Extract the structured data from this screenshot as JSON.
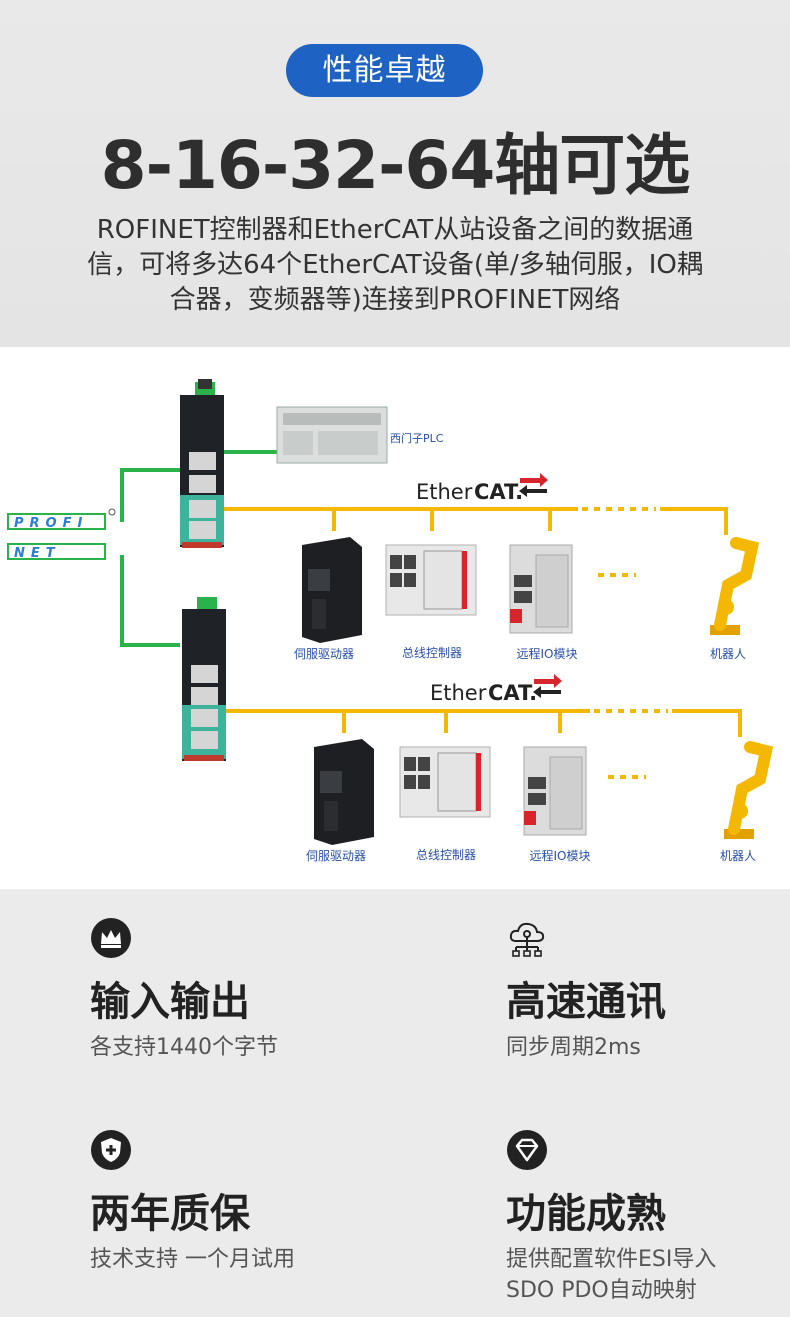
{
  "badge": "性能卓越",
  "headline": "8-16-32-64轴可选",
  "description": [
    "ROFINET控制器和EtherCAT从站设备之间的数据通",
    "信，可将多达64个EtherCAT设备(单/多轴伺服，IO耦",
    "合器，变频器等)连接到PROFINET网络"
  ],
  "diagram": {
    "plc_label": "西门子PLC",
    "profinet_logo": [
      "PROFI",
      "NET"
    ],
    "ethercat_logo_1": {
      "a": "Ether",
      "b": "CAT."
    },
    "ethercat_logo_2": {
      "a": "Ether",
      "b": "CAT."
    },
    "row1_labels": [
      "伺服驱动器",
      "总线控制器",
      "远程IO模块",
      "机器人"
    ],
    "row2_labels": [
      "伺服驱动器",
      "总线控制器",
      "远程IO模块",
      "机器人"
    ],
    "dots": "....."
  },
  "features": [
    {
      "icon": "crown-icon",
      "title": "输入输出",
      "lines": [
        "各支持1440个字节"
      ]
    },
    {
      "icon": "cloud-network-icon",
      "title": "高速通讯",
      "lines": [
        "同步周期2ms"
      ]
    },
    {
      "icon": "shield-plus-icon",
      "title": "两年质保",
      "lines": [
        "技术支持 一个月试用"
      ]
    },
    {
      "icon": "diamond-icon",
      "title": "功能成熟",
      "lines": [
        "提供配置软件ESI导入",
        "SDO PDO自动映射"
      ]
    }
  ],
  "colors": {
    "accent": "#1e63c4",
    "ethercat_bus": "#f5b800",
    "profinet_link": "#2ab34a",
    "ethercat_red": "#d6262b",
    "label_blue": "#2a4fa8"
  }
}
